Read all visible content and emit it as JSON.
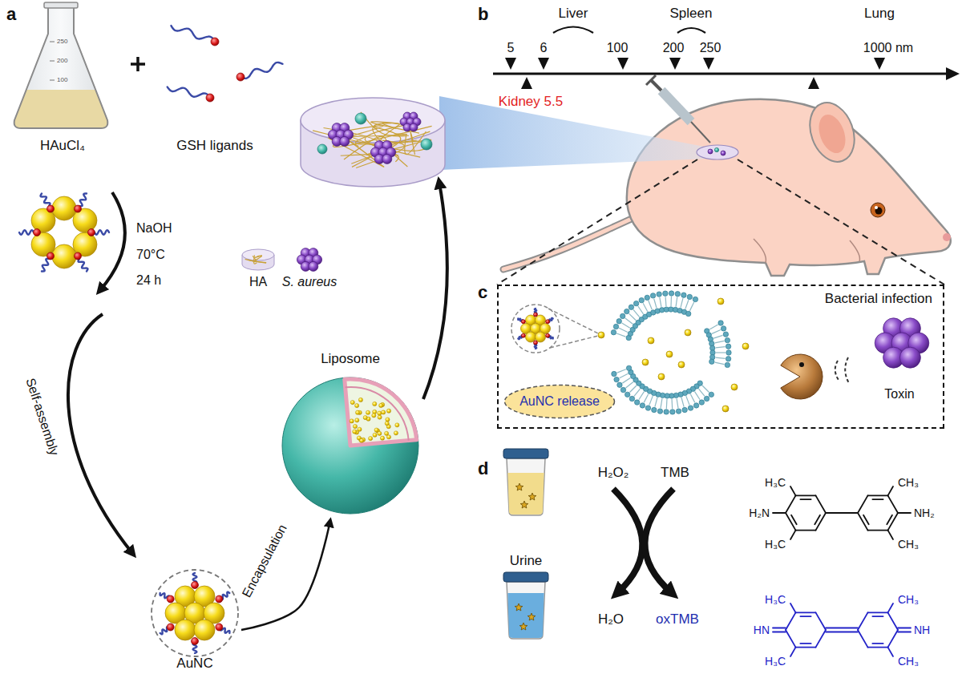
{
  "diagram": {
    "nodes": [
      {
        "text": [
          "AuNC"
        ]
      },
      {
        "text": [
          "Liposome"
        ]
      },
      {
        "text": [
          "Bacterial infection"
        ]
      },
      {
        "text": [
          "AuNC release"
        ],
        "in": 2
      }
    ],
    "edges": [
      {
        "from": 0,
        "to": 1,
        "label": "Encapsulation",
        "arrow": "to"
      }
    ],
    "labels": [
      "a",
      "250",
      "200",
      "100",
      "HAuCl₄",
      "GSH ligands",
      "NaOH",
      "70°C",
      "24 h",
      "Self-assembly",
      "b",
      "Liver",
      "Spleen",
      "Lung",
      "5",
      "6",
      "100",
      "200",
      "250",
      "1000 nm",
      "Kidney 5.5",
      "c",
      "Toxin",
      "d",
      "H₂O₂",
      "TMB",
      "Urine",
      "H₂O",
      "oxTMB",
      "H₃C",
      "CH₃",
      "H₂N",
      "NH₂",
      "H₃C",
      "CH₃",
      "H₃C",
      "CH₃",
      "HN",
      "NH",
      "H₃C",
      "CH₃"
    ],
    "legend": [
      {
        "text": "HA"
      },
      {
        "text": "S. aureus"
      }
    ]
  }
}
